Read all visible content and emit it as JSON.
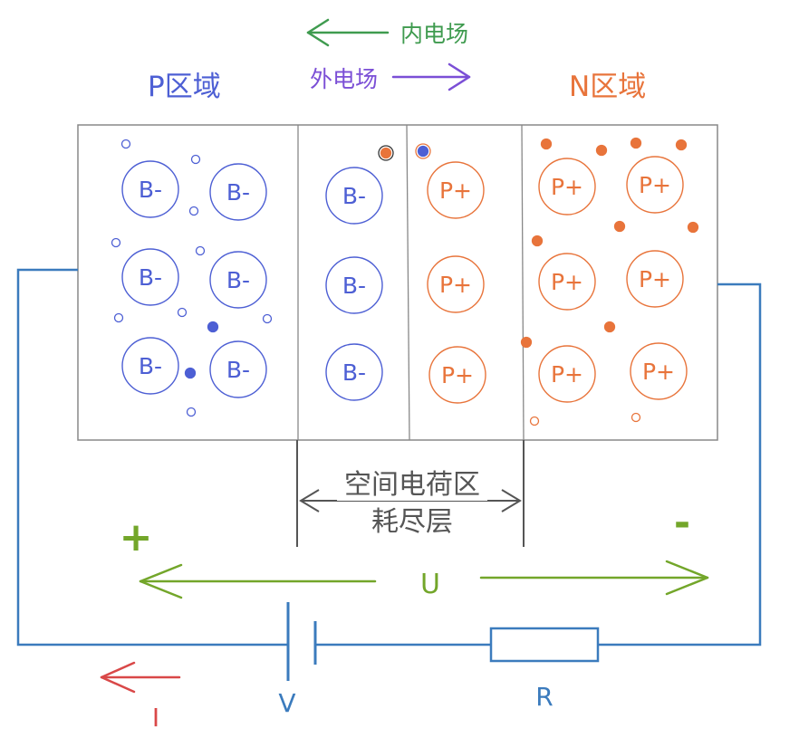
{
  "labels": {
    "inner_field": "内电场",
    "outer_field": "外电场",
    "p_region": "P区域",
    "n_region": "N区域",
    "space_charge_line1": "空间电荷区",
    "space_charge_line2": "耗尽层",
    "plus_sign": "+",
    "minus_sign": "-",
    "voltage_u": "U",
    "battery_v": "V",
    "resistor_r": "R",
    "current_i": "I"
  },
  "ions": {
    "acceptor": "B-",
    "donor": "P+"
  },
  "colors": {
    "blue_ion": "#4d5fd4",
    "orange_ion": "#e8743b",
    "inner_field": "#3f9b4f",
    "outer_field": "#7b4fd6",
    "p_label": "#4d5fd4",
    "n_label": "#e8743b",
    "wire": "#3b7bbd",
    "voltage": "#73a62a",
    "current": "#d94848",
    "box_border": "#888888",
    "region_label_text": "#555555"
  }
}
